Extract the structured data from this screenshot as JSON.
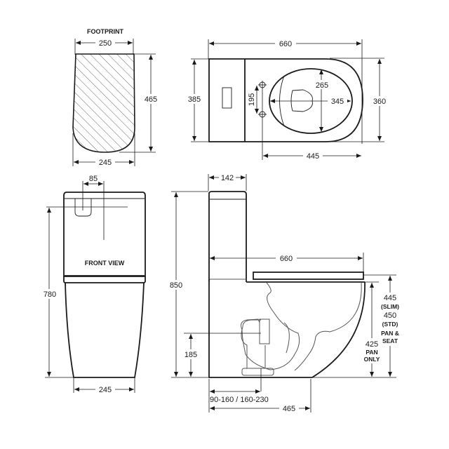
{
  "footprint": {
    "title": "FOOTPRINT",
    "width_top": "250",
    "width_bottom": "245",
    "depth": "465"
  },
  "plan_view": {
    "overall_length": "660",
    "overall_width": "385",
    "pan_width": "360",
    "bowl_length": "345",
    "bowl_width": "265",
    "fixing_spacing": "195",
    "fixing_to_front": "445"
  },
  "front_view": {
    "title": "FRONT VIEW",
    "button_offset": "85",
    "height": "780",
    "base_width": "245"
  },
  "side_view": {
    "tank_depth": "142",
    "overall_height": "850",
    "seat_length": "660",
    "outlet_height": "185",
    "setout": "90-160 / 160-230",
    "base_depth": "465",
    "pan_seat_height": {
      "slim": "445",
      "slim_label": "(SLIM)",
      "std": "450",
      "std_label": "(STD)",
      "caption_1": "PAN &",
      "caption_2": "SEAT"
    },
    "pan_only_height": {
      "value": "425",
      "caption_1": "PAN",
      "caption_2": "ONLY"
    }
  },
  "colors": {
    "line": "#1a1a1a",
    "background": "#ffffff"
  }
}
